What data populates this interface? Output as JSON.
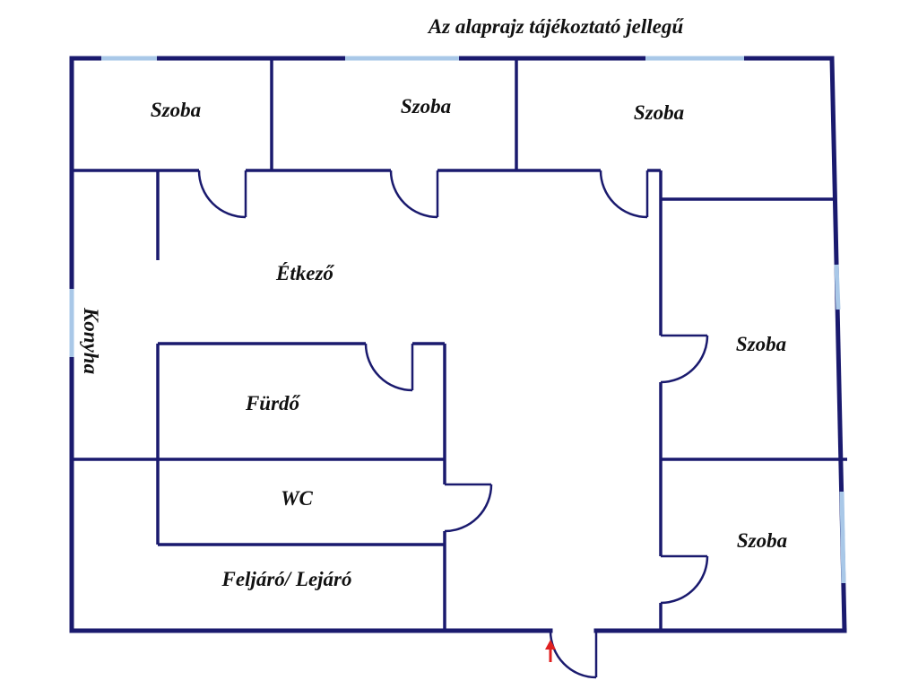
{
  "title": "Az alaprajz tájékoztató jellegű",
  "rooms": {
    "szoba1": "Szoba",
    "szoba2": "Szoba",
    "szoba3": "Szoba",
    "szoba4": "Szoba",
    "szoba5": "Szoba",
    "etkezo": "Étkező",
    "konyha": "Konyha",
    "furdo": "Fürdő",
    "wc": "WC",
    "feljaro": "Feljáró/ Lejáró"
  },
  "colors": {
    "wall": "#1a1a6e",
    "window": "#a9c8e8",
    "entrance_arrow": "#e02020"
  }
}
